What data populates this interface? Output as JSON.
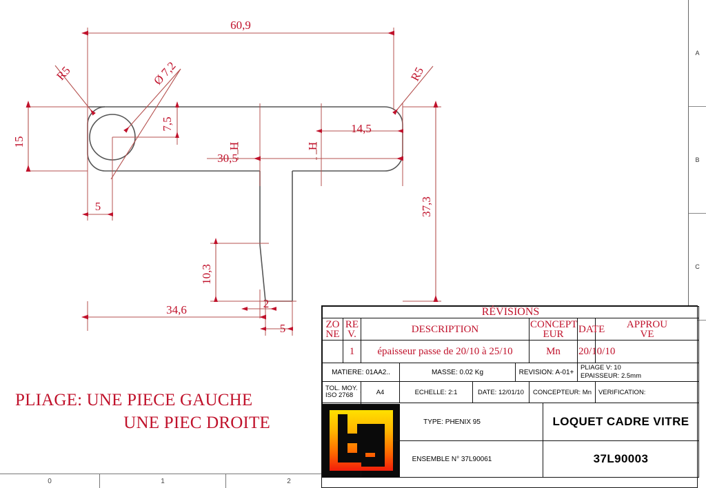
{
  "sheet": {
    "zone_labels": [
      "A",
      "B",
      "C"
    ],
    "ruler_labels": [
      "0",
      "1",
      "2"
    ]
  },
  "notes": {
    "pliage_line1": "PLIAGE: UNE PIECE GAUCHE",
    "pliage_line2": "UNE PIEC DROITE"
  },
  "drawing": {
    "dimensions": {
      "overall_length": "60,9",
      "radius_left": "R5",
      "radius_right": "R5",
      "hole_diameter": "Ø 7,2",
      "hole_from_top": "7,5",
      "left_height": "15",
      "left_offset": "5",
      "mid_offset": "30,5",
      "right_offset": "14,5",
      "overall_height": "37,3",
      "tab_height": "10,3",
      "tab_width": "2",
      "bottom_offset": "5",
      "bottom_length": "34,6",
      "centerline_mark_1": "H",
      "centerline_mark_2": "H"
    },
    "colors": {
      "dimension": "#c0122b",
      "outline": "#555555"
    }
  },
  "title_block": {
    "revisions": {
      "heading": "RÉVISIONS",
      "columns": [
        "ZO NE",
        "RE V.",
        "DESCRIPTION",
        "CONCEPT EUR",
        "DATE",
        "APPROU VE"
      ],
      "columns_display": {
        "zone": "ZO\nNE",
        "rev": "RE\nV.",
        "description": "DESCRIPTION",
        "concepteur": "CONCEPT\nEUR",
        "date": "DATE",
        "approuve": "APPROU\nVE"
      },
      "rows": [
        {
          "zone": "",
          "rev": "1",
          "description": "épaisseur passe de 20/10 à 25/10",
          "concepteur": "Mn",
          "date": "20/10/10",
          "approuve": ""
        }
      ]
    },
    "spec_row": {
      "matiere": "MATIERE: 01AA2..",
      "masse": "MASSE: 0.02 Kg",
      "revision": "REVISION: A-01+",
      "pliage_v": "PLIAGE V: 10",
      "epaisseur": "EPAISSEUR: 2.5mm"
    },
    "info_row": {
      "tolerance_line1": "TOL. MOY.",
      "tolerance_line2": "ISO 2768",
      "projection_symbol": "first-angle-projection-symbol",
      "format": "A4",
      "echelle": "ECHELLE: 2:1",
      "date": "DATE: 12/01/10",
      "concepteur": "CONCEPTEUR: Mn",
      "verification": "VERIFICATION:"
    },
    "identity": {
      "type": "TYPE: PHENIX 95",
      "part_title": "LOQUET CADRE VITRE",
      "ensemble": "ENSEMBLE N° 37L90061",
      "part_number": "37L90003",
      "logo_text": "bg"
    }
  }
}
